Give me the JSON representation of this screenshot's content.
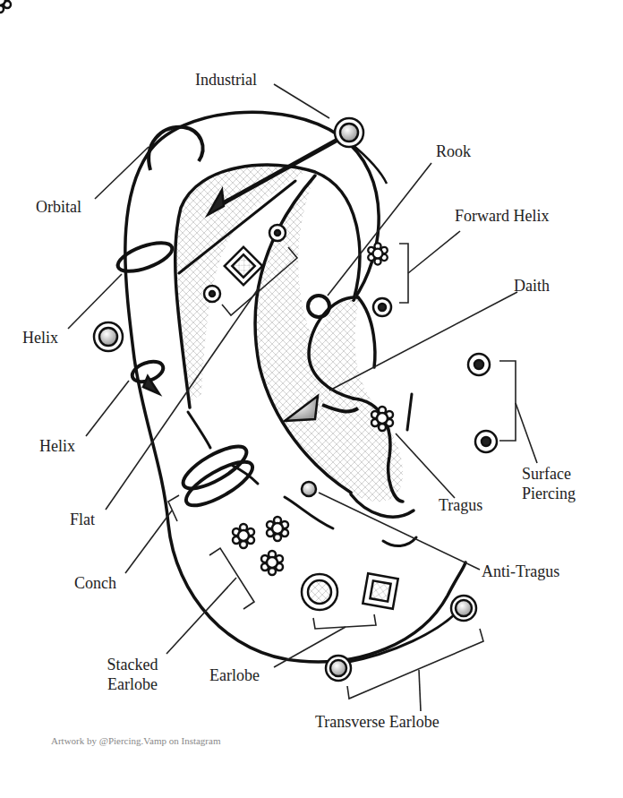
{
  "diagram": {
    "labels": [
      "Industrial",
      "Rook",
      "Forward Helix",
      "Daith",
      "Orbital",
      "Helix",
      "Helix",
      "Flat",
      "Surface Piercing",
      "Tragus",
      "Conch",
      "Anti-Tragus",
      "Stacked Earlobe",
      "Earlobe",
      "Transverse Earlobe",
      "Artwork by @Piercing.Vamp on Instagram"
    ]
  }
}
